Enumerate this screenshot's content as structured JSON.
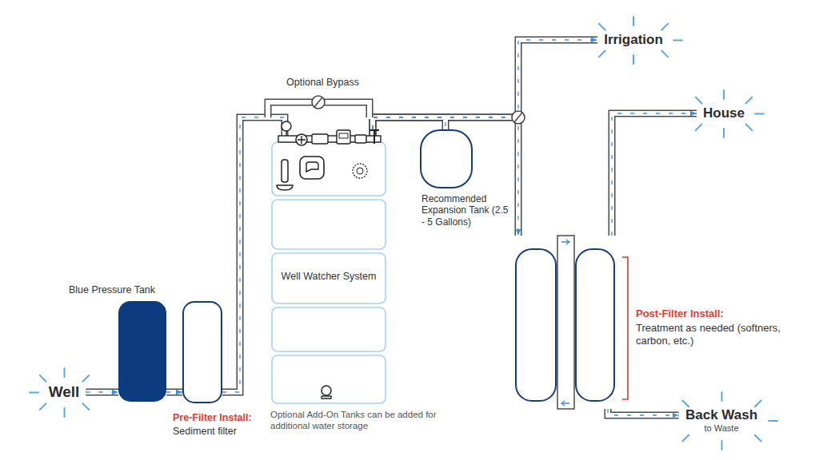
{
  "diagram": {
    "nodes": [
      {
        "text": [
          "Well"
        ]
      },
      {
        "text": [
          "Blue Pressure Tank"
        ]
      },
      {
        "text": [
          "Pre-Filter Install:",
          "Sediment filter"
        ]
      },
      {
        "text": [
          "Well Watcher System"
        ]
      },
      {
        "text": [
          "Recommended Expansion Tank (2.5 - 5 Gallons)"
        ]
      },
      {
        "text": [
          "Irrigation"
        ]
      },
      {
        "text": [
          "House"
        ]
      },
      {
        "text": [
          "Post-Filter Install:",
          "Treatment as needed (softners, carbon, etc.)"
        ]
      },
      {
        "text": [
          "Back Wash",
          "to Waste"
        ]
      }
    ],
    "edges": [
      {
        "from": 0,
        "to": 1,
        "arrow": "to"
      },
      {
        "from": 1,
        "to": 2,
        "arrow": "to"
      },
      {
        "from": 2,
        "to": 3,
        "arrow": "to"
      },
      {
        "from": 3,
        "to": 4,
        "arrow": "none"
      },
      {
        "from": 3,
        "to": 5,
        "arrow": "to"
      },
      {
        "from": 3,
        "to": 7,
        "arrow": "to"
      },
      {
        "from": 7,
        "to": 6,
        "arrow": "to"
      },
      {
        "from": 7,
        "to": 8,
        "arrow": "to"
      }
    ],
    "labels": [
      "Optional Bypass",
      "Optional Add-On Tanks can be added for additional water storage"
    ]
  }
}
